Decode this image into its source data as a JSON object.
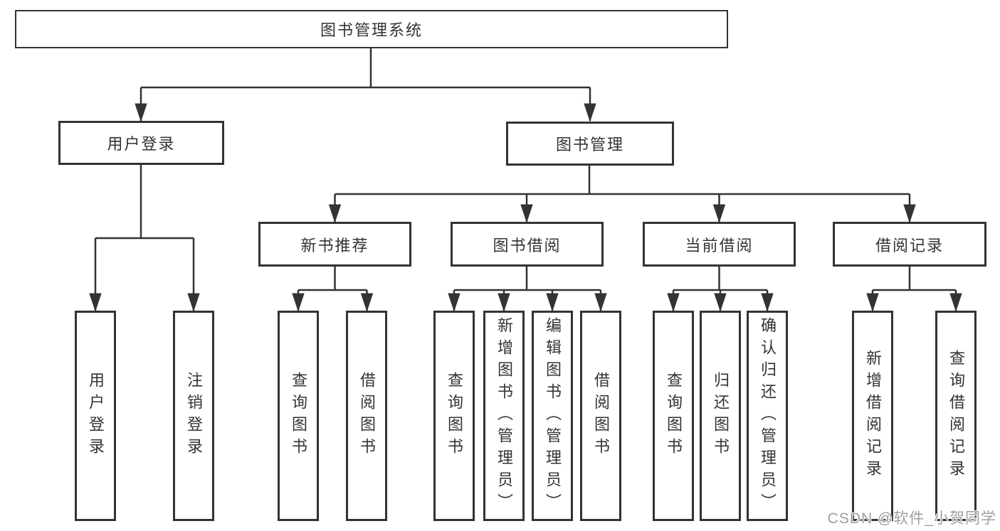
{
  "diagram_title": "图书管理系统",
  "watermark_text": "CSDN @软件_小贺同学",
  "colors": {
    "line": "#333333",
    "box_border": "#333333",
    "text": "#333333",
    "background": "#ffffff",
    "watermark": "#9e9e9e"
  },
  "tree": {
    "root": {
      "label": "图书管理系统"
    },
    "branches": [
      {
        "label": "用户登录",
        "children": [
          {
            "label": "用户登录"
          },
          {
            "label": "注销登录"
          }
        ]
      },
      {
        "label": "图书管理",
        "children": [
          {
            "label": "新书推荐",
            "children": [
              {
                "label": "查询图书"
              },
              {
                "label": "借阅图书"
              }
            ]
          },
          {
            "label": "图书借阅",
            "children": [
              {
                "label": "查询图书"
              },
              {
                "label": "新增图书（管理员）"
              },
              {
                "label": "编辑图书（管理员）"
              },
              {
                "label": "借阅图书"
              }
            ]
          },
          {
            "label": "当前借阅",
            "children": [
              {
                "label": "查询图书"
              },
              {
                "label": "归还图书"
              },
              {
                "label": "确认归还（管理员）"
              }
            ]
          },
          {
            "label": "借阅记录",
            "children": [
              {
                "label": "新增借阅记录"
              },
              {
                "label": "查询借阅记录"
              }
            ]
          }
        ]
      }
    ]
  }
}
